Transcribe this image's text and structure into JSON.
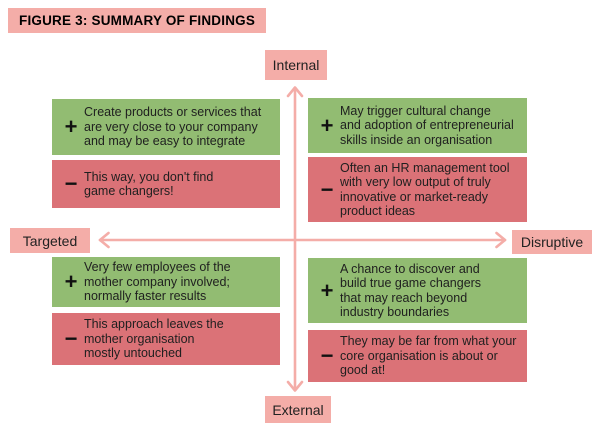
{
  "title": "FIGURE 3: SUMMARY OF FINDINGS",
  "axes": {
    "top": "Internal",
    "bottom": "External",
    "left": "Targeted",
    "right": "Disruptive"
  },
  "signs": {
    "plus": "+",
    "minus": "−"
  },
  "quadrants": {
    "top_left": {
      "pro": "Create products or services that\nare very close to your company\nand may be easy to integrate",
      "con": "This way, you don't find\ngame changers!"
    },
    "top_right": {
      "pro": "May trigger cultural change\nand adoption of entrepreneurial\nskills inside an organisation",
      "con": "Often an HR management tool\nwith very low output of truly\ninnovative or market-ready\nproduct ideas"
    },
    "bottom_left": {
      "pro": "Very few employees of the\nmother company involved;\nnormally faster results",
      "con": "This approach leaves the\nmother organisation\nmostly untouched"
    },
    "bottom_right": {
      "pro": "A chance to discover and\nbuild true game changers\nthat may reach beyond\nindustry boundaries",
      "con": "They may be far from what your\ncore organisation is about or\ngood at!"
    }
  },
  "colors": {
    "pro_green": "#92BC72",
    "con_red": "#DB7277",
    "label_pink": "#F4ADA8",
    "arrow_pink": "#F4ADA8"
  }
}
